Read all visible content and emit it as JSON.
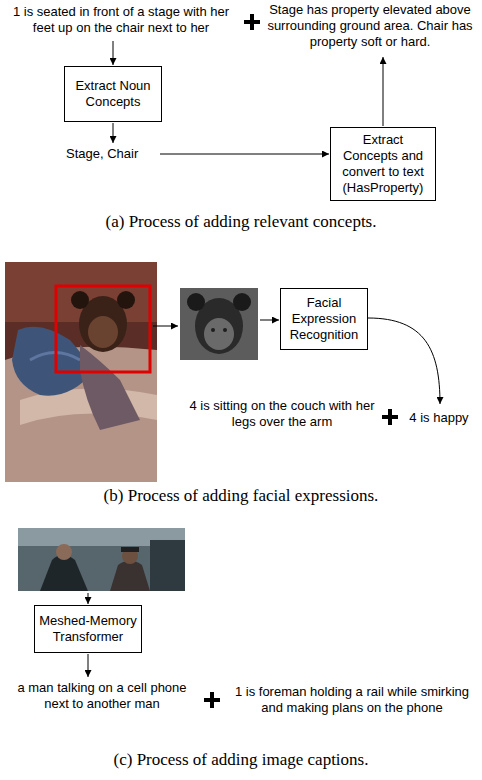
{
  "diagram": {
    "nodes": [
      {
        "text": [
          "Extract Noun Concepts"
        ]
      },
      {
        "text": [
          "Extract Concepts and convert to text (HasProperty)"
        ]
      },
      {
        "text": [
          "Facial Expression Recognition"
        ]
      },
      {
        "text": [
          "Meshed-Memory Transformer"
        ]
      }
    ],
    "labels": [
      "1 is seated in front of a stage with her feet up on the chair next to her",
      "Stage has property elevated above surrounding ground area. Chair has property soft or hard.",
      "Stage, Chair",
      "(a) Process of adding relevant concepts.",
      "4 is sitting on the couch with her legs over the arm",
      "4 is happy",
      "(b) Process of adding facial expressions.",
      "a man talking on a cell phone next to another man",
      "1 is foreman holding a rail while smirking and making plans on the phone",
      "(c) Process of adding image captions."
    ]
  }
}
